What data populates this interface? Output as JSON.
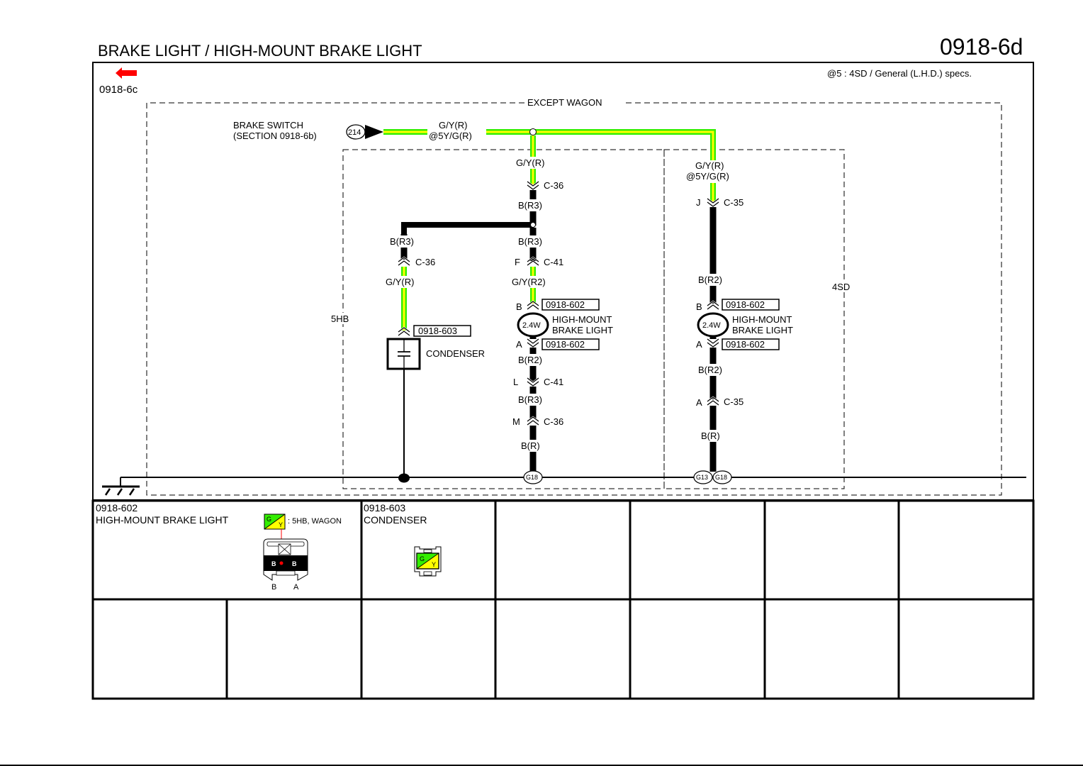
{
  "header": {
    "title": "BRAKE LIGHT / HIGH-MOUNT BRAKE LIGHT",
    "page_number": "0918-6d"
  },
  "nav": {
    "prev_page": "0918-6c",
    "prev_arrow_color": "#ff0000"
  },
  "note": "@5 : 4SD / General (L.H.D.) specs.",
  "colors": {
    "wire_green": "#33ee00",
    "wire_yellow": "#ffff00",
    "wire_black": "#000000",
    "frame": "#000000"
  },
  "regions": {
    "except_wagon": "EXCEPT WAGON",
    "five_hb": "5HB",
    "four_sd": "4SD"
  },
  "brake_switch": {
    "label_line1": "BRAKE SWITCH",
    "label_line2": "(SECTION 0918-6b)",
    "terminal": "214",
    "wire_line1": "G/Y(R)",
    "wire_line2": "@5Y/G(R)"
  },
  "center_branch": {
    "wire_top": "G/Y(R)",
    "conn1_name": "C-36",
    "wire_after_conn1": "B(R3)",
    "wire_before_conn2": "B(R3)",
    "conn2_pin": "F",
    "conn2_name": "C-41",
    "wire_after_conn2": "G/Y(R2)",
    "lamp_pin_top": "B",
    "lamp_conn_top": "0918-602",
    "lamp_watt": "2.4W",
    "lamp_label_line1": "HIGH-MOUNT",
    "lamp_label_line2": "BRAKE LIGHT",
    "lamp_pin_bottom": "A",
    "lamp_conn_bottom": "0918-602",
    "wire_after_lamp": "B(R2)",
    "conn3_pin": "L",
    "conn3_name": "C-41",
    "wire_after_conn3": "B(R3)",
    "conn4_pin": "M",
    "conn4_name": "C-36",
    "wire_to_ground": "B(R)",
    "ground": "G18"
  },
  "left_branch": {
    "wire_top": "B(R3)",
    "conn1_name": "C-36",
    "wire_after_conn1": "G/Y(R)",
    "conn2_name": "0918-603",
    "component": "CONDENSER"
  },
  "right_branch": {
    "wire_line1": "G/Y(R)",
    "wire_line2": "@5Y/G(R)",
    "conn1_pin": "J",
    "conn1_name": "C-35",
    "wire_after_conn1": "B(R2)",
    "lamp_pin_top": "B",
    "lamp_conn_top": "0918-602",
    "lamp_watt": "2.4W",
    "lamp_label_line1": "HIGH-MOUNT",
    "lamp_label_line2": "BRAKE LIGHT",
    "lamp_pin_bottom": "A",
    "lamp_conn_bottom": "0918-602",
    "wire_after_lamp": "B(R2)",
    "conn2_pin": "A",
    "conn2_name": "C-35",
    "wire_to_ground": "B(R)",
    "ground_1": "G13",
    "ground_2": "G18"
  },
  "connector_table": {
    "cells": [
      {
        "code": "0918-602",
        "name": "HIGH-MOUNT BRAKE LIGHT",
        "legend_g": "G",
        "legend_y": "Y",
        "legend_text": ": 5HB, WAGON",
        "pin_labels": [
          "B",
          "B"
        ],
        "terminal_labels": [
          "B",
          "A"
        ]
      },
      {
        "code": "0918-603",
        "name": "CONDENSER",
        "legend_g": "G",
        "legend_y": "Y"
      }
    ]
  }
}
